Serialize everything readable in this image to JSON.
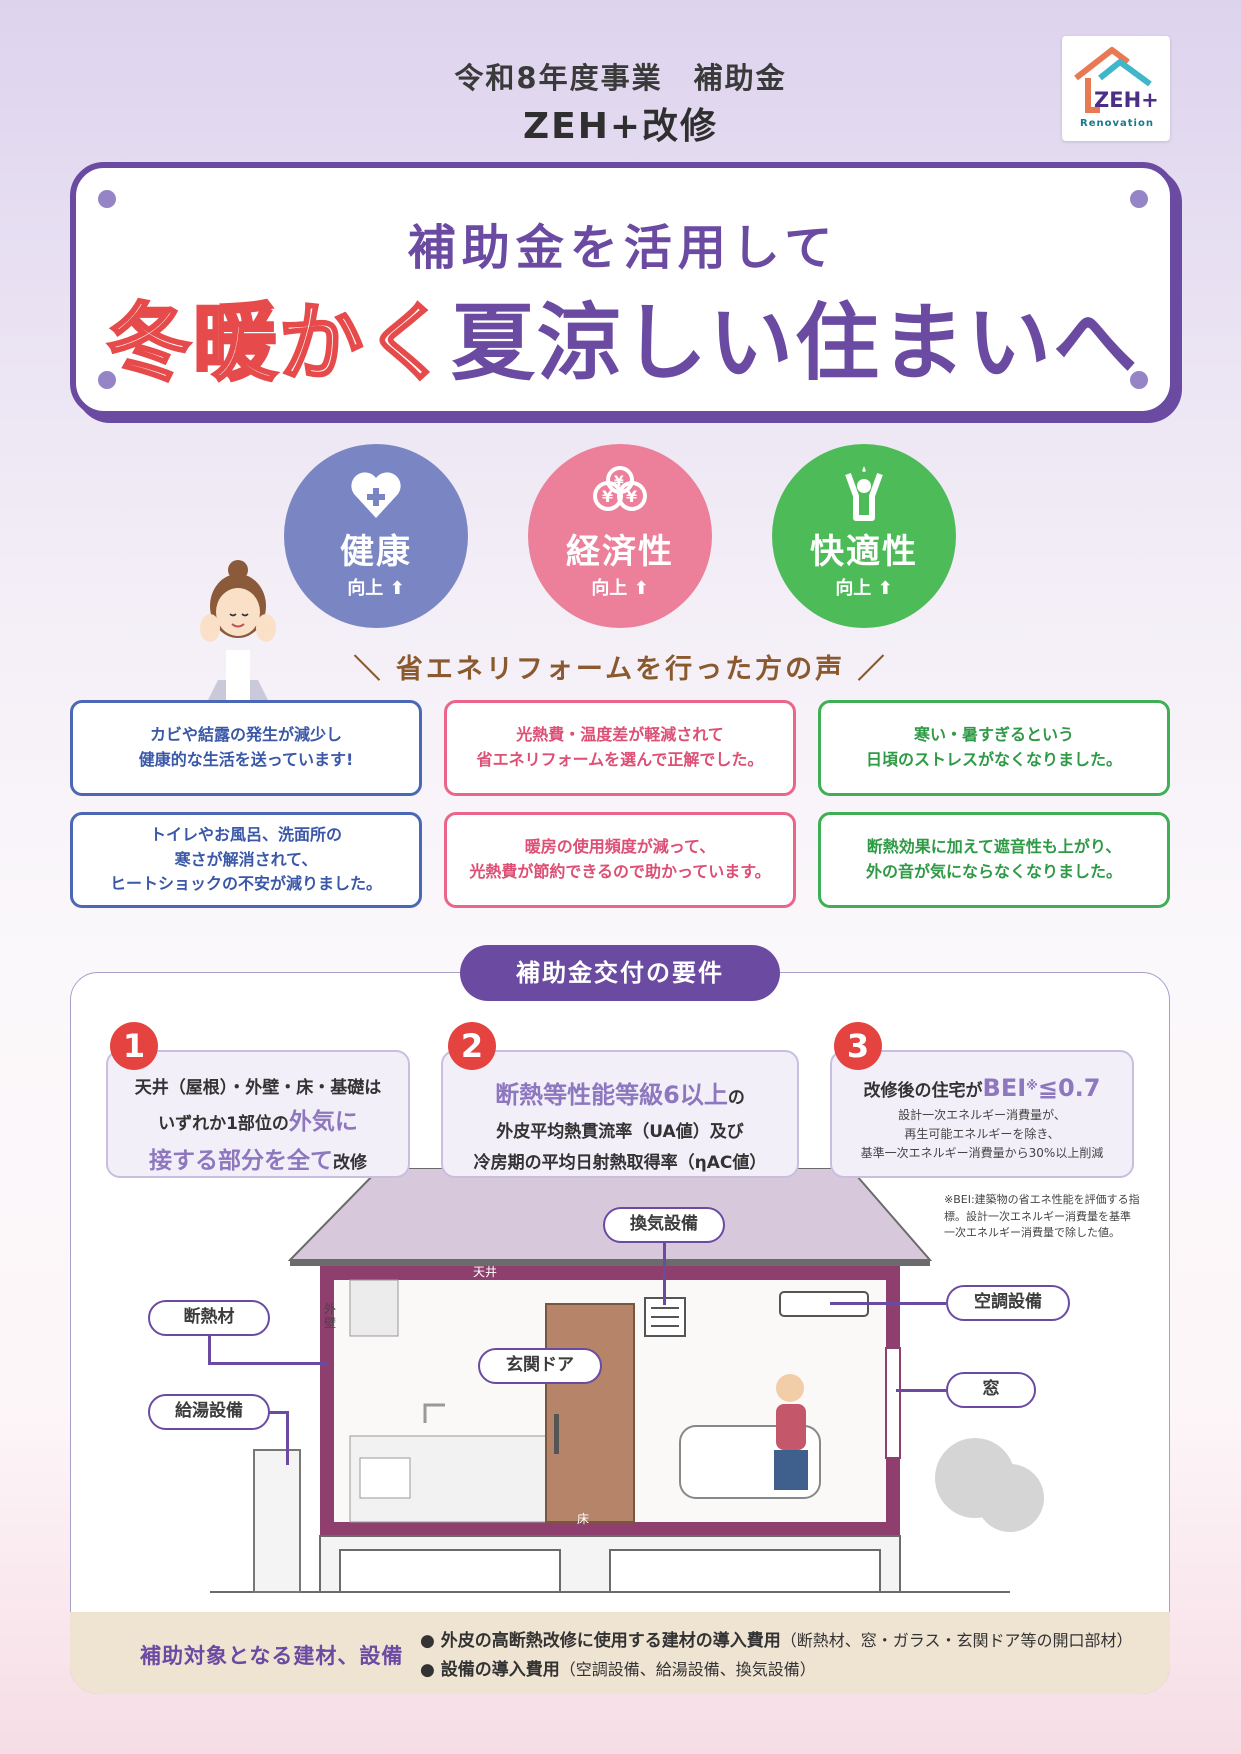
{
  "header": {
    "line1": "令和8年度事業　補助金",
    "line2": "ZEH+改修",
    "logo_text": "ZEH+",
    "logo_sub": "Renovation"
  },
  "headline": {
    "line1": "補助金を活用して",
    "warm": "冬暖かく",
    "cool": "夏涼しい",
    "rest": "住まいへ"
  },
  "benefits": [
    {
      "title": "健康",
      "sub": "向上",
      "icon": "heart-plus-icon",
      "color": "#7a86c4"
    },
    {
      "title": "経済性",
      "sub": "向上",
      "icon": "yen-coins-icon",
      "color": "#ec7f99"
    },
    {
      "title": "快適性",
      "sub": "向上",
      "icon": "cheering-person-icon",
      "color": "#4dbb58"
    }
  ],
  "voices_title": "省エネリフォームを行った方の声",
  "testimonials": [
    {
      "l1": "カビや結露の発生が減少し",
      "l2": "健康的な生活を送っています!",
      "l3": ""
    },
    {
      "l1": "光熱費・温度差が軽減されて",
      "l2": "省エネリフォームを選んで正解でした。",
      "l3": ""
    },
    {
      "l1": "寒い・暑すぎるという",
      "l2": "日頃のストレスがなくなりました。",
      "l3": ""
    },
    {
      "l1": "トイレやお風呂、洗面所の",
      "l2": "寒さが解消されて、",
      "l3": "ヒートショックの不安が減りました。"
    },
    {
      "l1": "暖房の使用頻度が減って、",
      "l2": "光熱費が節約できるので助かっています。",
      "l3": ""
    },
    {
      "l1": "断熱効果に加えて遮音性も上がり、",
      "l2": "外の音が気にならなくなりました。",
      "l3": ""
    }
  ],
  "requirements": {
    "title": "補助金交付の要件",
    "r1": {
      "num": "1",
      "a": "天井（屋根）・外壁・床・基礎は",
      "b": "いずれか1部位の",
      "c": "外気に",
      "d": "接する部分を全て",
      "e": "改修"
    },
    "r2": {
      "num": "2",
      "a": "断熱等性能等級6以上",
      "b": "の",
      "c": "外皮平均熱貫流率（UA値）及び",
      "d": "冷房期の平均日射熱取得率（ηAC値）"
    },
    "r3": {
      "num": "3",
      "a": "改修後の住宅が",
      "b": "BEI",
      "c": "※",
      "d": "≦0.7",
      "n1": "設計一次エネルギー消費量が、",
      "n2": "再生可能エネルギーを除き、",
      "n3": "基準一次エネルギー消費量から30%以上削減"
    },
    "note": "※BEI:建築物の省エネ性能を評価する指標。設計一次エネルギー消費量を基準一次エネルギー消費量で除した値。"
  },
  "house_labels": {
    "ventilation": "換気設備",
    "ceiling": "天井",
    "insulation": "断熱材",
    "wall": "外壁",
    "aircon": "空調設備",
    "door": "玄関ドア",
    "window": "窓",
    "water_heater": "給湯設備",
    "floor": "床"
  },
  "bottom": {
    "title": "補助対象となる建材、設備",
    "item1": "外皮の高断熱改修に使用する建材の導入費用",
    "item1_note": "（断熱材、窓・ガラス・玄関ドア等の開口部材）",
    "item2": "設備の導入費用",
    "item2_note": "（空調設備、給湯設備、換気設備）"
  }
}
